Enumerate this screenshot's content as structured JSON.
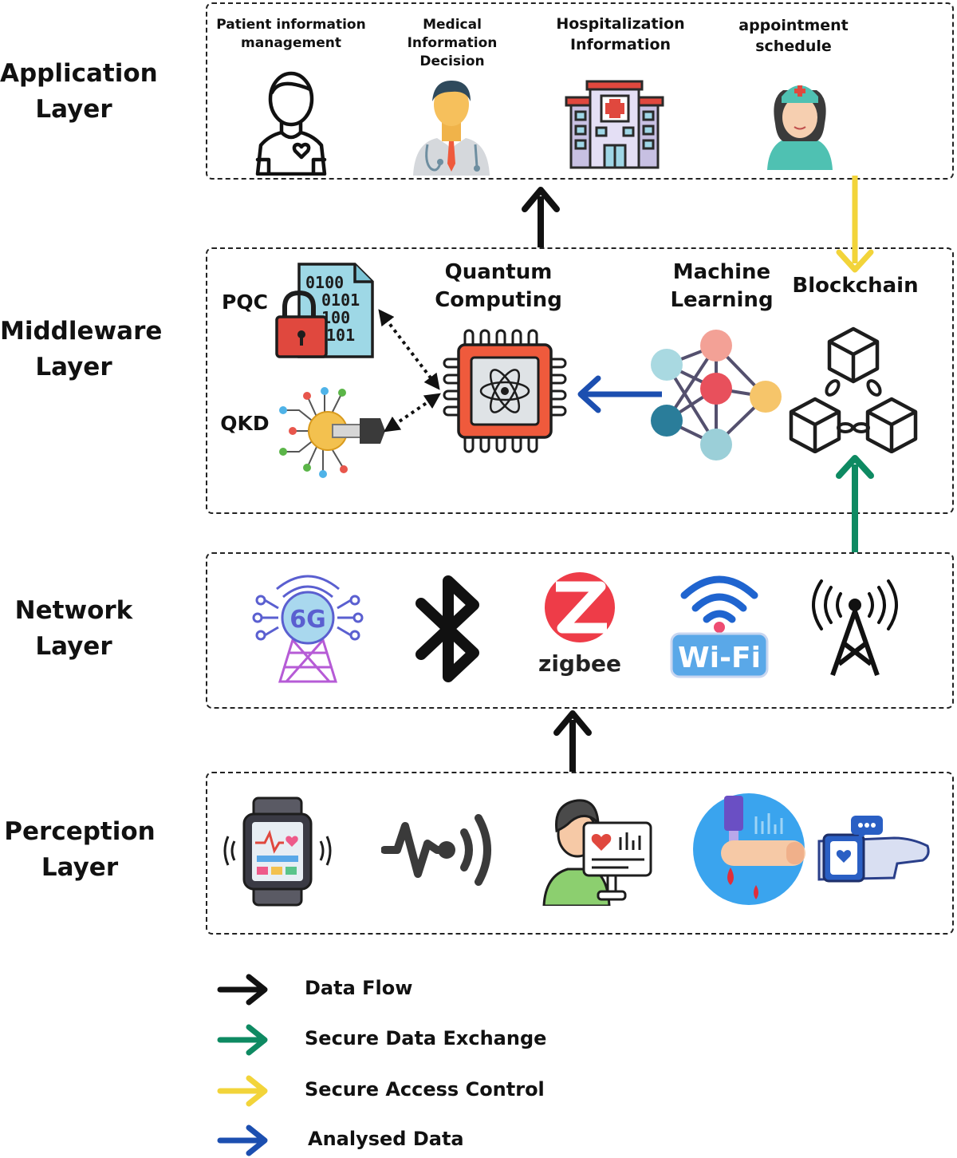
{
  "layers": {
    "application": {
      "label": "Application\nLayer",
      "items": [
        {
          "label": "Patient information\nmanagement",
          "icon": "patient-icon"
        },
        {
          "label": "Medical Information\nDecision",
          "icon": "doctor-icon"
        },
        {
          "label": "Hospitalization\nInformation",
          "icon": "hospital-icon"
        },
        {
          "label": "appointment\nschedule",
          "icon": "nurse-icon"
        }
      ]
    },
    "middleware": {
      "label": "Middleware\nLayer",
      "items": [
        {
          "label": "PQC",
          "icon": "encrypted-file-lock-icon"
        },
        {
          "label": "QKD",
          "icon": "quantum-key-icon"
        },
        {
          "label": "Quantum\nComputing",
          "icon": "quantum-chip-icon"
        },
        {
          "label": "Machine\nLearning",
          "icon": "neural-network-icon"
        },
        {
          "label": "Blockchain",
          "icon": "blockchain-icon"
        }
      ]
    },
    "network": {
      "label": "Network\nLayer",
      "items": [
        {
          "label": "6G",
          "icon": "6g-tower-icon"
        },
        {
          "label": "",
          "icon": "bluetooth-icon"
        },
        {
          "label": "zigbee",
          "icon": "zigbee-icon"
        },
        {
          "label": "Wi-Fi",
          "icon": "wifi-icon"
        },
        {
          "label": "",
          "icon": "cell-tower-icon"
        }
      ]
    },
    "perception": {
      "label": "Perception\nLayer",
      "items": [
        {
          "icon": "smartwatch-icon"
        },
        {
          "icon": "heartbeat-sensor-icon"
        },
        {
          "icon": "patient-monitor-icon"
        },
        {
          "icon": "glucose-test-icon"
        },
        {
          "icon": "wrist-monitor-icon"
        }
      ]
    }
  },
  "legend": [
    {
      "label": "Data Flow",
      "color": "#111111"
    },
    {
      "label": "Secure Data Exchange",
      "color": "#0e8a62"
    },
    {
      "label": "Secure Access Control",
      "color": "#f2d43a"
    },
    {
      "label": "Analysed Data",
      "color": "#1c4fb0"
    }
  ]
}
